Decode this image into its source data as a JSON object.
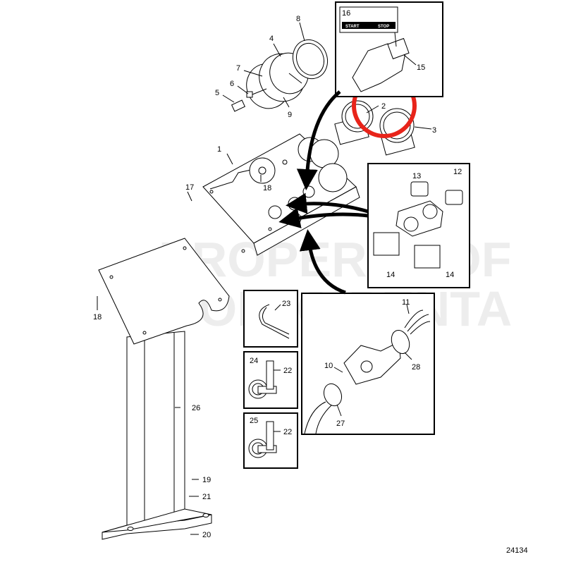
{
  "diagram": {
    "drawing_number": "24134",
    "watermark": [
      "PROPERTY OF",
      "VOLVO PENTA"
    ],
    "switch_labels": {
      "start": "START",
      "stop": "STOP"
    },
    "highlight_color": "#e8241a",
    "parts": [
      {
        "id": "p1",
        "label": "1"
      },
      {
        "id": "p2",
        "label": "2"
      },
      {
        "id": "p3",
        "label": "3"
      },
      {
        "id": "p4",
        "label": "4"
      },
      {
        "id": "p5",
        "label": "5"
      },
      {
        "id": "p6",
        "label": "6"
      },
      {
        "id": "p7",
        "label": "7"
      },
      {
        "id": "p8",
        "label": "8"
      },
      {
        "id": "p9",
        "label": "9"
      },
      {
        "id": "p10",
        "label": "10"
      },
      {
        "id": "p11",
        "label": "11"
      },
      {
        "id": "p12",
        "label": "12"
      },
      {
        "id": "p13",
        "label": "13"
      },
      {
        "id": "p14a",
        "label": "14"
      },
      {
        "id": "p14b",
        "label": "14"
      },
      {
        "id": "p15",
        "label": "15"
      },
      {
        "id": "p16",
        "label": "16"
      },
      {
        "id": "p17",
        "label": "17"
      },
      {
        "id": "p18a",
        "label": "18"
      },
      {
        "id": "p18b",
        "label": "18"
      },
      {
        "id": "p19",
        "label": "19"
      },
      {
        "id": "p20",
        "label": "20"
      },
      {
        "id": "p21",
        "label": "21"
      },
      {
        "id": "p22a",
        "label": "22"
      },
      {
        "id": "p22b",
        "label": "22"
      },
      {
        "id": "p23",
        "label": "23"
      },
      {
        "id": "p24",
        "label": "24"
      },
      {
        "id": "p25",
        "label": "25"
      },
      {
        "id": "p26",
        "label": "26"
      },
      {
        "id": "p27",
        "label": "27"
      },
      {
        "id": "p28",
        "label": "28"
      }
    ]
  }
}
